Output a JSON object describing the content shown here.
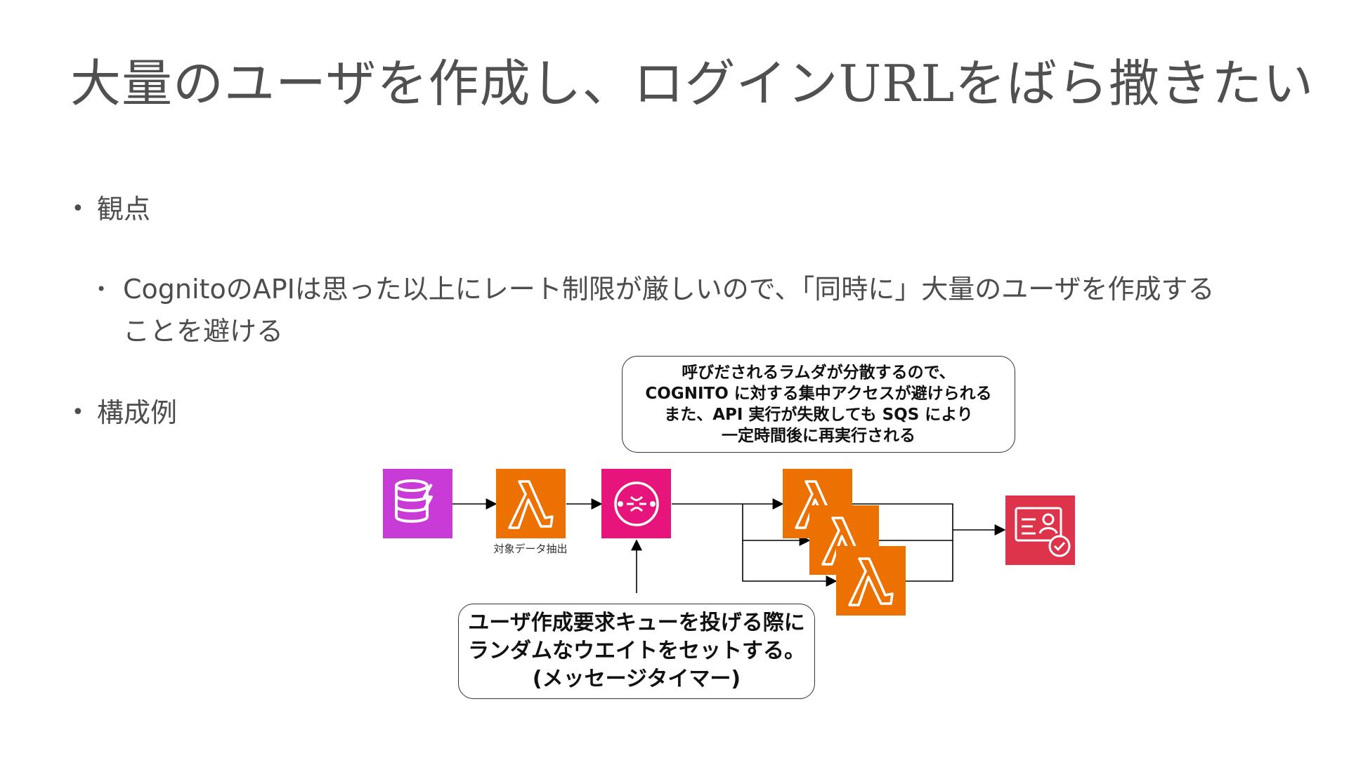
{
  "slide": {
    "title": "大量のユーザを作成し、ログインURLをばら撒きたい"
  },
  "bullets": {
    "viewpoint": "観点",
    "viewpoint_detail_line1": "CognitoのAPIは思った以上にレート制限が厳しいので、「同時に」大量のユーザを作成する",
    "viewpoint_detail_line2": "ことを避ける",
    "example": "構成例"
  },
  "diagram": {
    "lambda_label": "対象データ抽出",
    "top_note_lines": [
      "呼びだされるラムダが分散するので、",
      "COGNITO に対する集中アクセスが避けられる",
      "また、API 実行が失敗しても SQS により",
      "一定時間後に再実行される"
    ],
    "bottom_note_lines": [
      "ユーザ作成要求キューを投げる際に",
      "ランダムなウエイトをセットする。",
      "(メッセージタイマー)"
    ],
    "icons": {
      "dynamodb": "dynamodb-icon",
      "lambda": "lambda-icon",
      "sqs": "sqs-icon",
      "cognito": "cognito-icon"
    },
    "colors": {
      "dynamodb": "#C93BD6",
      "lambda": "#ED7100",
      "sqs": "#E7157B",
      "cognito": "#DD344C"
    }
  }
}
